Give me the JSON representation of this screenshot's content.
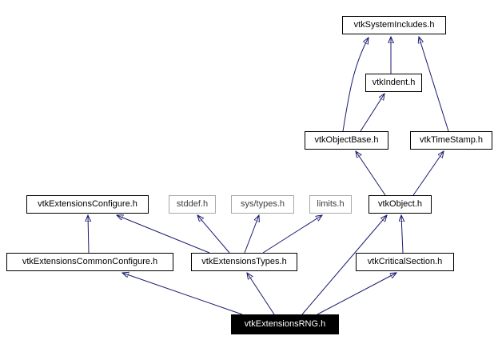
{
  "diagram": {
    "type": "include-dependency-graph",
    "colors": {
      "background": "#ffffff",
      "edge": "#191970",
      "node_border": "#000000",
      "external_node_border": "#a8a8a8",
      "focus_node_background": "#000000",
      "focus_node_text": "#ffffff"
    },
    "nodes": [
      {
        "id": "vtkSystemIncludes",
        "label": "vtkSystemIncludes.h",
        "kind": "header"
      },
      {
        "id": "vtkIndent",
        "label": "vtkIndent.h",
        "kind": "header"
      },
      {
        "id": "vtkObjectBase",
        "label": "vtkObjectBase.h",
        "kind": "header"
      },
      {
        "id": "vtkTimeStamp",
        "label": "vtkTimeStamp.h",
        "kind": "header"
      },
      {
        "id": "vtkExtensionsConfigure",
        "label": "vtkExtensionsConfigure.h",
        "kind": "header"
      },
      {
        "id": "stddef",
        "label": "stddef.h",
        "kind": "external"
      },
      {
        "id": "sys-types",
        "label": "sys/types.h",
        "kind": "external"
      },
      {
        "id": "limits",
        "label": "limits.h",
        "kind": "external"
      },
      {
        "id": "vtkObject",
        "label": "vtkObject.h",
        "kind": "header"
      },
      {
        "id": "vtkExtensionsCommonConfigure",
        "label": "vtkExtensionsCommonConfigure.h",
        "kind": "header"
      },
      {
        "id": "vtkExtensionsTypes",
        "label": "vtkExtensionsTypes.h",
        "kind": "header"
      },
      {
        "id": "vtkCriticalSection",
        "label": "vtkCriticalSection.h",
        "kind": "header"
      },
      {
        "id": "vtkExtensionsRNG",
        "label": "vtkExtensionsRNG.h",
        "kind": "focus"
      }
    ],
    "edges": [
      {
        "from": "vtkIndent.h",
        "to": "vtkSystemIncludes.h"
      },
      {
        "from": "vtkObjectBase.h",
        "to": "vtkSystemIncludes.h"
      },
      {
        "from": "vtkObjectBase.h",
        "to": "vtkIndent.h"
      },
      {
        "from": "vtkTimeStamp.h",
        "to": "vtkSystemIncludes.h"
      },
      {
        "from": "vtkObject.h",
        "to": "vtkObjectBase.h"
      },
      {
        "from": "vtkObject.h",
        "to": "vtkTimeStamp.h"
      },
      {
        "from": "vtkExtensionsCommonConfigure.h",
        "to": "vtkExtensionsConfigure.h"
      },
      {
        "from": "vtkExtensionsTypes.h",
        "to": "vtkExtensionsConfigure.h"
      },
      {
        "from": "vtkExtensionsTypes.h",
        "to": "stddef.h"
      },
      {
        "from": "vtkExtensionsTypes.h",
        "to": "sys/types.h"
      },
      {
        "from": "vtkExtensionsTypes.h",
        "to": "limits.h"
      },
      {
        "from": "vtkCriticalSection.h",
        "to": "vtkObject.h"
      },
      {
        "from": "vtkExtensionsRNG.h",
        "to": "vtkExtensionsCommonConfigure.h"
      },
      {
        "from": "vtkExtensionsRNG.h",
        "to": "vtkExtensionsTypes.h"
      },
      {
        "from": "vtkExtensionsRNG.h",
        "to": "vtkObject.h"
      },
      {
        "from": "vtkExtensionsRNG.h",
        "to": "vtkCriticalSection.h"
      }
    ]
  }
}
